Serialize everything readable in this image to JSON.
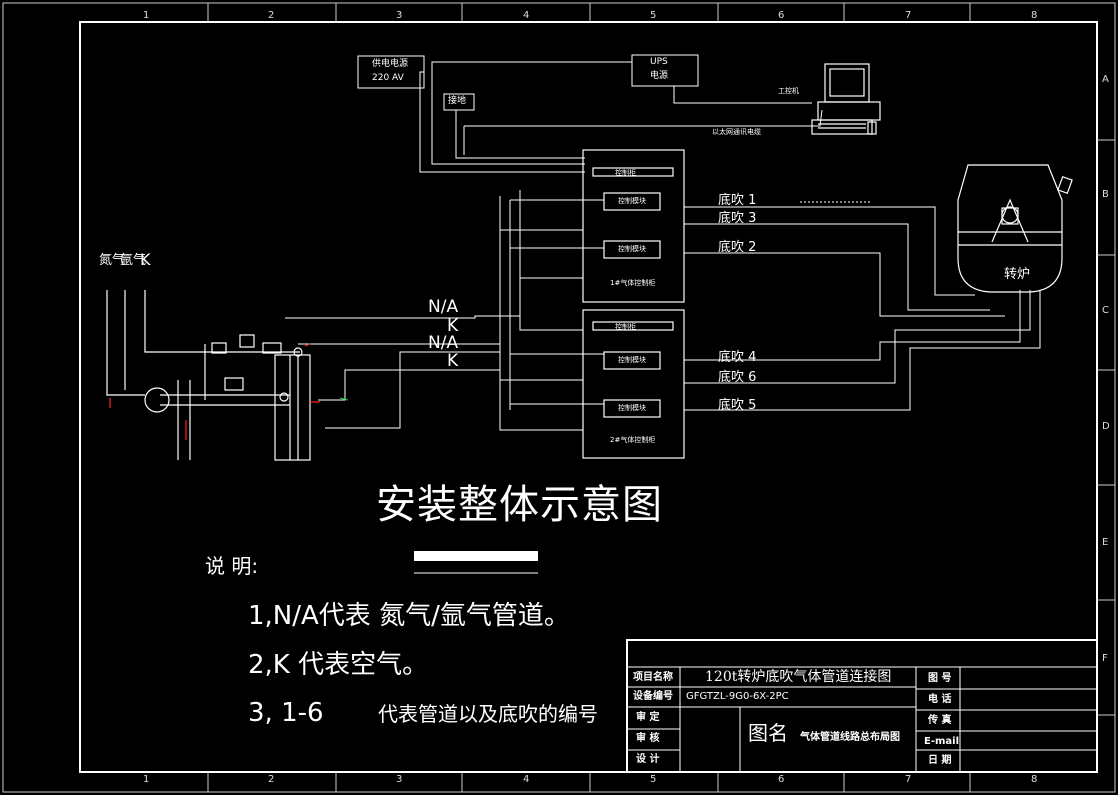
{
  "grid": {
    "cols": [
      "1",
      "2",
      "3",
      "4",
      "5",
      "6",
      "7",
      "8"
    ],
    "rows": [
      "A",
      "B",
      "C",
      "D",
      "E",
      "F"
    ]
  },
  "top_boxes": {
    "power": [
      "供电电源",
      "220 AV"
    ],
    "ups": [
      "UPS",
      "电源"
    ],
    "ground": "接地",
    "computer": "工控机",
    "comm_cable": "以太网通讯电缆"
  },
  "cabinets": {
    "top_header": "控制柜",
    "top_footer": "1#气体控制柜",
    "bottom_header": "控制柜",
    "bottom_footer": "2#气体控制柜",
    "module_label": "控制模块"
  },
  "outlets": {
    "o1": "底吹 1",
    "o3": "底吹 3",
    "o2": "底吹 2",
    "o4": "底吹 4",
    "o6": "底吹 6",
    "o5": "底吹 5"
  },
  "pipes": {
    "na1": "N/A",
    "k1": "K",
    "na2": "N/A",
    "k2": "K"
  },
  "inlets": {
    "nitrogen": "氮气",
    "argon": "氩气",
    "air": "K"
  },
  "converter": "转炉",
  "title": "安装整体示意图",
  "notes": {
    "heading": "说  明:",
    "n1": "1,N/A代表   氮气/氩气管道。",
    "n2": "2,K    代表空气。",
    "n3_num": "3, 1-6",
    "n3_text": "代表管道以及底吹的编号"
  },
  "titleblock": {
    "project_label": "项目名称",
    "project_value": "120t转炉底吹气体管道连接图",
    "equip_label": "设备编号",
    "equip_value": "GFGTZL-9G0-6X-2PC",
    "review_label": "审 定",
    "check_label": "审 核",
    "design_label": "设 计",
    "drawing_name_label": "图名",
    "drawing_name_value": "气体管道线路总布局图",
    "drawing_no_label": "图 号",
    "phone_label": "电 话",
    "fax_label": "传 真",
    "email_label": "E-mail",
    "date_label": "日 期"
  },
  "colors": {
    "background": "#000000",
    "line": "#ffffff",
    "accent_red": "#ff2020",
    "accent_green": "#22cc44"
  }
}
